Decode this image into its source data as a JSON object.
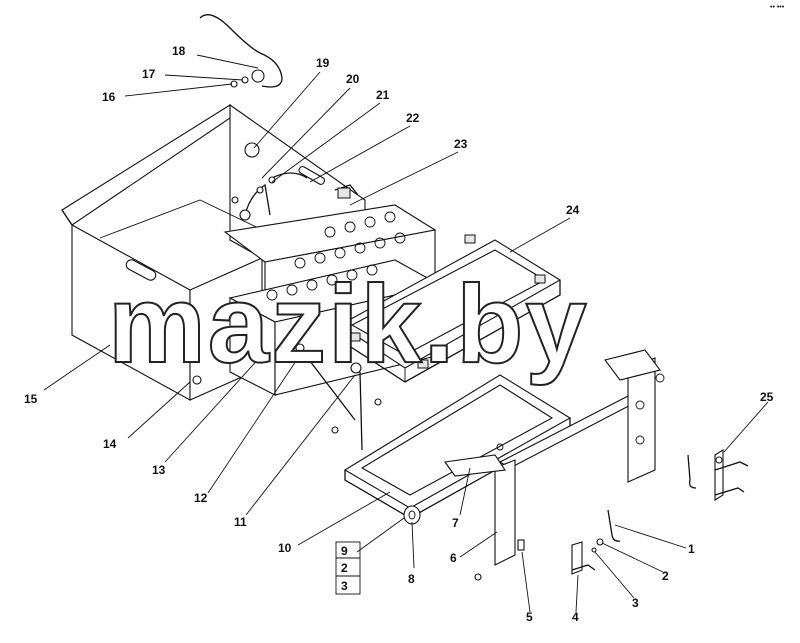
{
  "watermark": "mazik.by",
  "corner_mark": "•• •••",
  "callouts": {
    "c1": "1",
    "c2": "2",
    "c3": "3",
    "c4": "4",
    "c5": "5",
    "c6": "6",
    "c7": "7",
    "c8": "8",
    "c10": "10",
    "c11": "11",
    "c12": "12",
    "c13": "13",
    "c14": "14",
    "c15": "15",
    "c16": "16",
    "c17": "17",
    "c18": "18",
    "c19": "19",
    "c20": "20",
    "c21": "21",
    "c22": "22",
    "c23": "23",
    "c24": "24",
    "c25": "25"
  },
  "callout_stack": [
    "9",
    "2",
    "3"
  ]
}
